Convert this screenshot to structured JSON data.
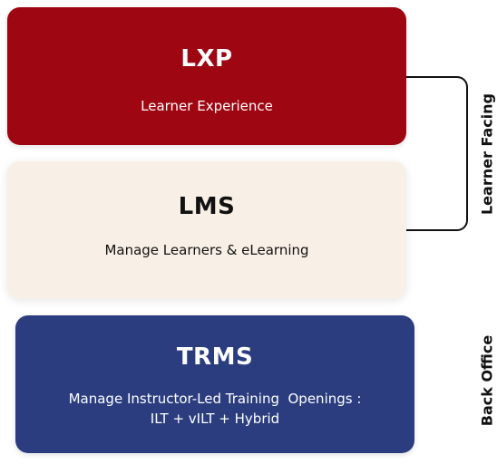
{
  "layers": {
    "lxp": {
      "title": "LXP",
      "subtitle": "Learner Experience",
      "color": "#9e0612"
    },
    "lms": {
      "title": "LMS",
      "subtitle": "Manage Learners & eLearning",
      "color": "#f8f0e6"
    },
    "trms": {
      "title": "TRMS",
      "subtitle_line1": "Manage Instructor-Led Training  Openings :",
      "subtitle_line2": "ILT + vILT + Hybrid",
      "color": "#2b3d7e"
    }
  },
  "side_labels": {
    "learner_facing": "Learner Facing",
    "back_office": "Back Office"
  }
}
